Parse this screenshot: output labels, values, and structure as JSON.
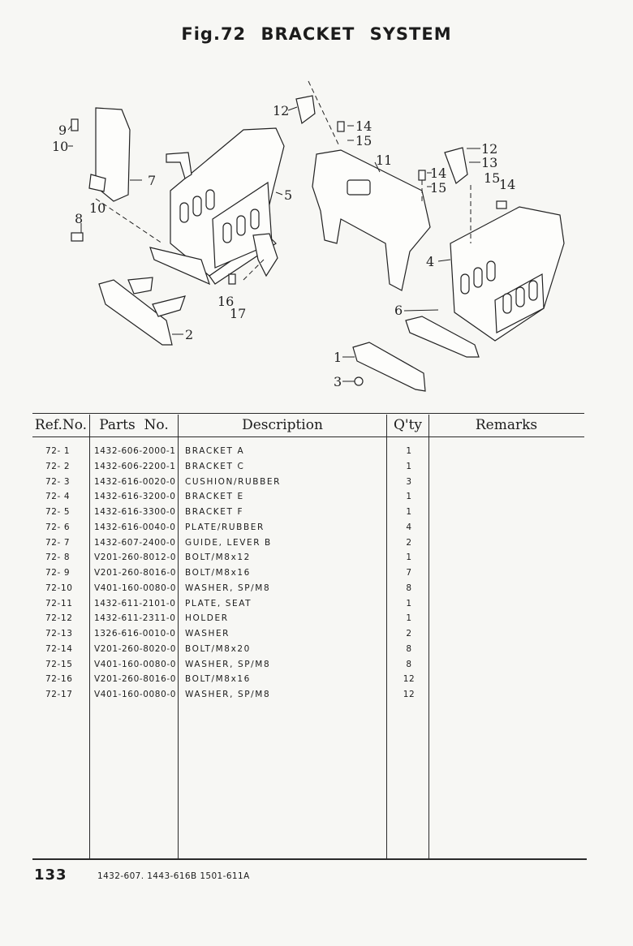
{
  "title": "Fig.72  BRACKET SYSTEM",
  "diagram": {
    "callouts": [
      "1",
      "2",
      "3",
      "4",
      "5",
      "6",
      "7",
      "8",
      "9",
      "10",
      "10",
      "11",
      "12",
      "12",
      "13",
      "14",
      "14",
      "14",
      "15",
      "15",
      "15",
      "16",
      "17"
    ]
  },
  "table": {
    "headers": {
      "ref": "Ref.No.",
      "parts": "Parts  No.",
      "description": "Description",
      "qty": "Q'ty",
      "remarks": "Remarks"
    },
    "rows": [
      {
        "ref": "72- 1",
        "part": "1432-606-2000-1",
        "desc": "BRACKET A",
        "qty": "1"
      },
      {
        "ref": "72- 2",
        "part": "1432-606-2200-1",
        "desc": "BRACKET C",
        "qty": "1"
      },
      {
        "ref": "72- 3",
        "part": "1432-616-0020-0",
        "desc": "CUSHION/RUBBER",
        "qty": "3"
      },
      {
        "ref": "72- 4",
        "part": "1432-616-3200-0",
        "desc": "BRACKET E",
        "qty": "1"
      },
      {
        "ref": "72- 5",
        "part": "1432-616-3300-0",
        "desc": "BRACKET F",
        "qty": "1"
      },
      {
        "ref": "72- 6",
        "part": "1432-616-0040-0",
        "desc": "PLATE/RUBBER",
        "qty": "4"
      },
      {
        "ref": "72- 7",
        "part": "1432-607-2400-0",
        "desc": "GUIDE, LEVER B",
        "qty": "2"
      },
      {
        "ref": "72- 8",
        "part": "V201-260-8012-0",
        "desc": "BOLT/M8x12",
        "qty": "1"
      },
      {
        "ref": "72- 9",
        "part": "V201-260-8016-0",
        "desc": "BOLT/M8x16",
        "qty": "7"
      },
      {
        "ref": "72-10",
        "part": "V401-160-0080-0",
        "desc": "WASHER, SP/M8",
        "qty": "8"
      },
      {
        "ref": "72-11",
        "part": "1432-611-2101-0",
        "desc": "PLATE, SEAT",
        "qty": "1"
      },
      {
        "ref": "72-12",
        "part": "1432-611-2311-0",
        "desc": "HOLDER",
        "qty": "1"
      },
      {
        "ref": "72-13",
        "part": "1326-616-0010-0",
        "desc": "WASHER",
        "qty": "2"
      },
      {
        "ref": "72-14",
        "part": "V201-260-8020-0",
        "desc": "BOLT/M8x20",
        "qty": "8"
      },
      {
        "ref": "72-15",
        "part": "V401-160-0080-0",
        "desc": "WASHER, SP/M8",
        "qty": "8"
      },
      {
        "ref": "72-16",
        "part": "V201-260-8016-0",
        "desc": "BOLT/M8x16",
        "qty": "12"
      },
      {
        "ref": "72-17",
        "part": "V401-160-0080-0",
        "desc": "WASHER, SP/M8",
        "qty": "12"
      }
    ]
  },
  "footer": {
    "page_number": "133",
    "note": "1432-607. 1443-616B 1501-611A"
  }
}
